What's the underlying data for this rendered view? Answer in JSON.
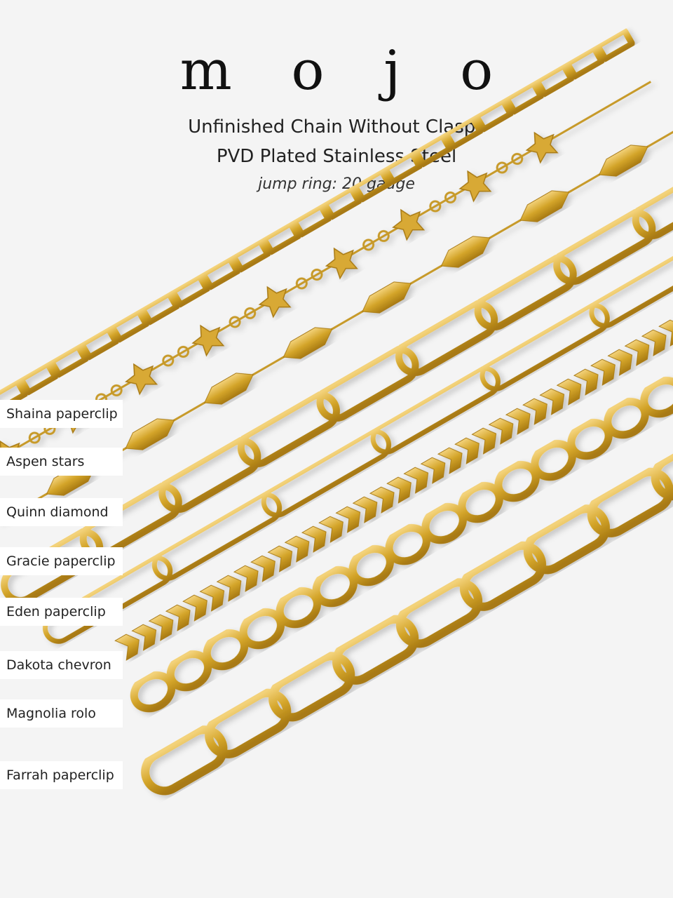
{
  "brand": "m o j o",
  "title_line1": "Unfinished Chain Without Clasps",
  "title_line2": "PVD Plated Stainless Steel",
  "subtitle": "jump ring: 20 gauge",
  "labels": [
    "Shaina paperclip",
    "Aspen stars",
    "Quinn diamond",
    "Gracie paperclip",
    "Eden paperclip",
    "Dakota chevron",
    "Magnolia rolo",
    "Farrah paperclip"
  ],
  "colors": {
    "gold": "#d4a52a",
    "gold_dark": "#a87a12",
    "background": "#f4f4f4"
  }
}
